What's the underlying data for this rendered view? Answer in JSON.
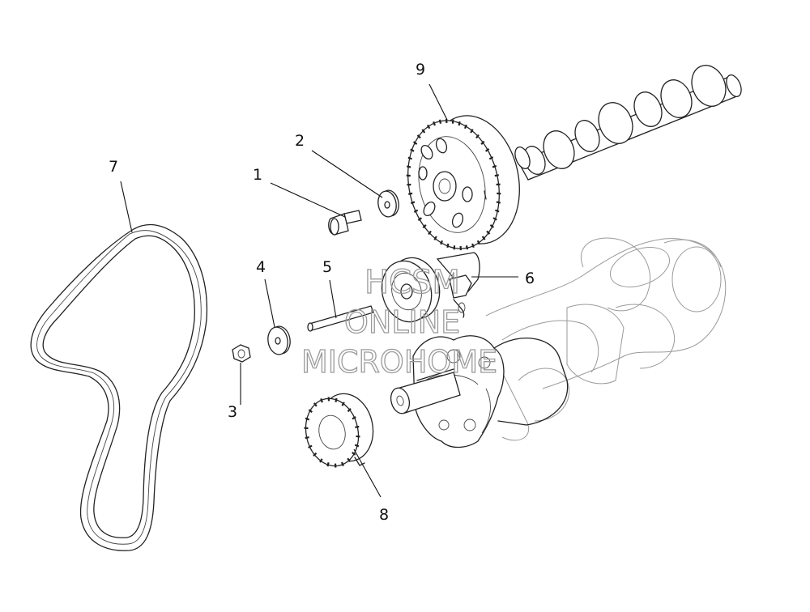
{
  "callouts": {
    "c1": "1",
    "c2": "2",
    "c3": "3",
    "c4": "4",
    "c5": "5",
    "c6": "6",
    "c7": "7",
    "c8": "8",
    "c9": "9"
  },
  "watermark": {
    "line1": "HCSM",
    "line2": "ONLINE",
    "line3": "MICROHOME"
  },
  "colors": {
    "line": "#222222",
    "ghost": "#9a9a9a",
    "background": "#ffffff"
  }
}
